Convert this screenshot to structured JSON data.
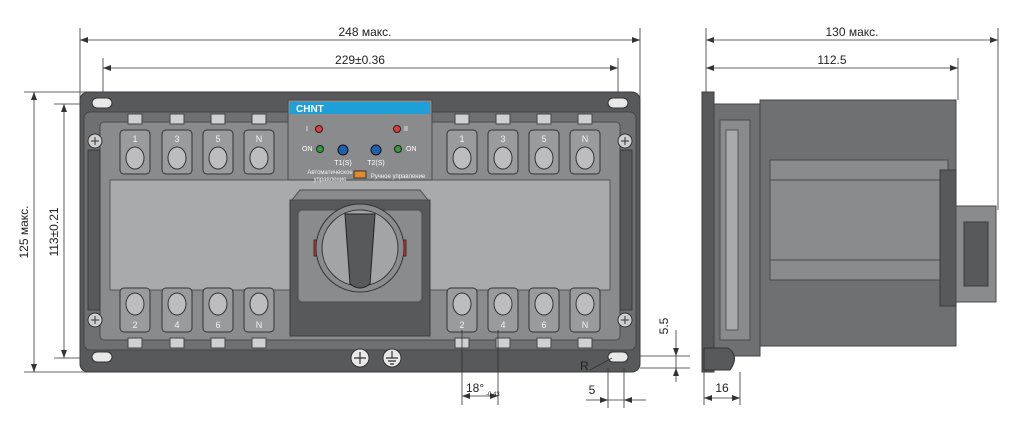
{
  "dimensions": {
    "front_width_max": "248 макс.",
    "front_hole_spacing": "229±0.36",
    "front_height_max": "125 макс.",
    "front_hole_height": "113±0.21",
    "side_depth_max": "130 макс.",
    "side_depth": "112.5",
    "foot_height": "5.5",
    "slot_width": "5",
    "radius": "R",
    "angle": "18°",
    "angle_tol": "-0.43",
    "side_flange": "16"
  },
  "device": {
    "brand": "CHNT",
    "top_terminals": [
      "1",
      "3",
      "5",
      "N",
      "1",
      "3",
      "5",
      "N"
    ],
    "bottom_terminals": [
      "2",
      "4",
      "6",
      "N",
      "2",
      "4",
      "6",
      "N"
    ],
    "indicator_I": "I",
    "indicator_II": "II",
    "on_left": "ON",
    "on_right": "ON",
    "t1_label": "T1(S)",
    "t2_label": "T2(S)",
    "auto_label_1": "Автоматическое",
    "auto_label_2": "управление",
    "manual_label": "Ручное управление"
  },
  "colors": {
    "body": "#6f7072",
    "brand_bar": "#1e9fd8",
    "indicator_red": "#e53935",
    "indicator_green": "#2e9d3a",
    "knob_blue": "#1f5fb0",
    "switch_orange": "#e38b2a",
    "handle_red": "#d62b2b"
  }
}
